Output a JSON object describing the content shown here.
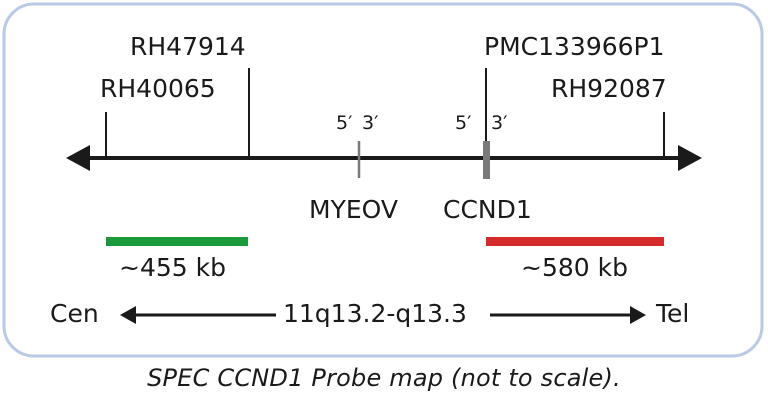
{
  "diagram": {
    "chromosome_arrow": {
      "color": "#1a1a1a"
    },
    "markers": [
      {
        "id": "rh40065",
        "label": "RH40065"
      },
      {
        "id": "rh47914",
        "label": "RH47914"
      },
      {
        "id": "pmc133966p1",
        "label": "PMC133966P1"
      },
      {
        "id": "rh92087",
        "label": "RH92087"
      }
    ],
    "genes": [
      {
        "id": "myeov",
        "name": "MYEOV",
        "prime5": "5′",
        "prime3": "3′",
        "color": "#7a7a7a"
      },
      {
        "id": "ccnd1",
        "name": "CCND1",
        "prime5": "5′",
        "prime3": "3′",
        "color": "#7a7a7a"
      }
    ],
    "probes": [
      {
        "id": "green",
        "size": "~455 kb",
        "color": "#1a9a3a"
      },
      {
        "id": "red",
        "size": "~580 kb",
        "color": "#d42a2a"
      }
    ],
    "orientation": {
      "left": "Cen",
      "center": "11q13.2-q13.3",
      "right": "Tel"
    },
    "frame_color": "#b9c9e6"
  },
  "caption": "SPEC CCND1 Probe map (not to scale)."
}
